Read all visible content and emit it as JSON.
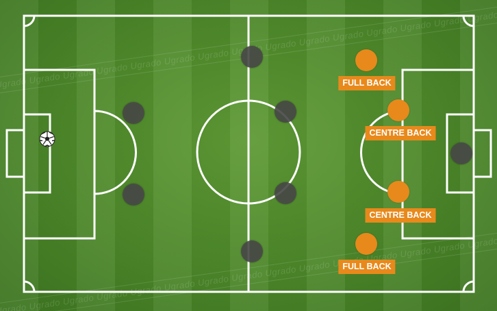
{
  "watermark": {
    "text": "Ugrado Ugrado Ugrado Ugrado Ugrado Ugrado Ugrado Ugrado Ugrado Ugrado Ugrado Ugrado Ugrado Ugrado Ugrado Ugrado"
  },
  "positions": {
    "full_back_top": "FULL BACK",
    "centre_back_top": "CENTRE BACK",
    "centre_back_bottom": "CENTRE BACK",
    "full_back_bottom": "FULL BACK"
  },
  "colors": {
    "team": "#e8891b",
    "opponent": "#464646",
    "lines": "#ffffff",
    "grass": "#4f8a2c"
  },
  "icons": {
    "ball": "soccer-ball-icon"
  }
}
